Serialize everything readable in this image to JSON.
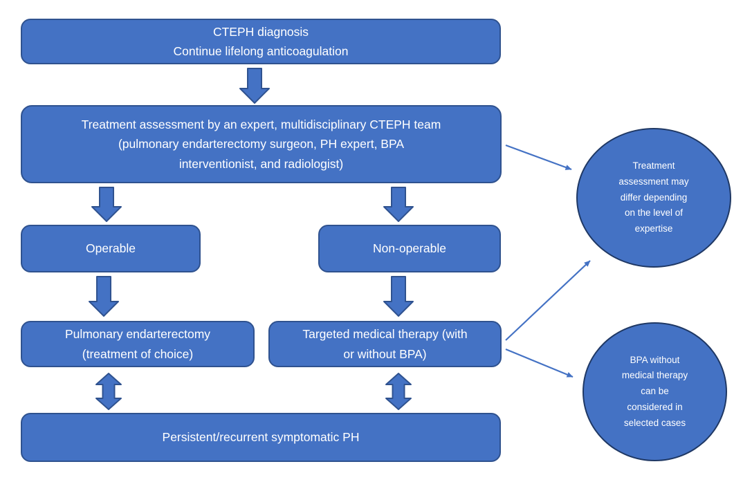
{
  "diagram": {
    "title": "CTEPH treatment algorithm flowchart",
    "colors": {
      "shape_fill": "#4472C4",
      "shape_border": "#2F528F",
      "callout_border": "#1F3864",
      "text": "#FFFFFF",
      "background": "#FFFFFF",
      "arrow_fill": "#4472C4"
    },
    "boxes": [
      {
        "id": "cteph-diagnosis",
        "text": "CTEPH diagnosis\nContinue lifelong anticoagulation"
      },
      {
        "id": "treatment-assessment",
        "text": "Treatment assessment by an expert, multidisciplinary CTEPH team\n(pulmonary endarterectomy surgeon, PH expert, BPA\ninterventionist, and radiologist)"
      },
      {
        "id": "operable",
        "text": "Operable"
      },
      {
        "id": "non-operable",
        "text": "Non-operable"
      },
      {
        "id": "pulmonary-endarterectomy",
        "text": "Pulmonary endarterectomy\n(treatment of choice)"
      },
      {
        "id": "targeted-medical-therapy",
        "text": "Targeted medical therapy (with\nor without BPA)"
      },
      {
        "id": "persistent-ph",
        "text": "Persistent/recurrent symptomatic PH"
      }
    ],
    "callouts": [
      {
        "id": "note-expertise",
        "text": "Treatment\nassessment may\ndiffer depending\non the level of\nexpertise"
      },
      {
        "id": "note-bpa",
        "text": "BPA without\nmedical therapy\ncan be\nconsidered in\nselected cases"
      }
    ]
  }
}
